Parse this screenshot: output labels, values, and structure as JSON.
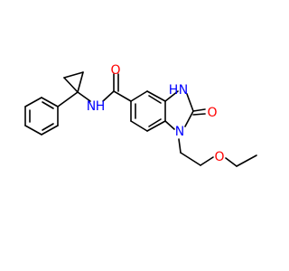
{
  "molecule": {
    "atoms": {
      "o_amide": {
        "label": "O",
        "color": "#ff0000"
      },
      "n_amide": {
        "label": "N",
        "color": "#0000ff"
      },
      "h_amide": {
        "label": "H",
        "color": "#0000ff"
      },
      "n3": {
        "label": "H",
        "color": "#0000ff"
      },
      "n3_n": {
        "label": "N",
        "color": "#0000ff"
      },
      "o_urea": {
        "label": "O",
        "color": "#ff0000"
      },
      "n1": {
        "label": "N",
        "color": "#0000ff"
      },
      "o_ether": {
        "label": "O",
        "color": "#ff0000"
      }
    }
  }
}
